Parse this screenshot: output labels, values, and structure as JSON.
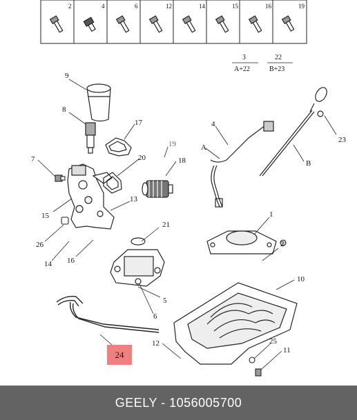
{
  "thumbnail_strip": {
    "labels": [
      "2",
      "4",
      "6",
      "12",
      "14",
      "15",
      "16",
      "19"
    ]
  },
  "formulas": {
    "left": {
      "top": "3",
      "bottom": "A+22"
    },
    "right": {
      "top": "22",
      "bottom": "B+23"
    }
  },
  "callouts": {
    "c9": "9",
    "c8": "8",
    "c17": "17",
    "c19": "19",
    "c20": "20",
    "c18": "18",
    "c7": "7",
    "c15": "15",
    "c13": "13",
    "c26": "26",
    "c14": "14",
    "c16": "16",
    "c21": "21",
    "c5": "5",
    "c6": "6",
    "c4": "4",
    "cA": "A",
    "cB": "B",
    "c23": "23",
    "c1": "1",
    "c2": "2",
    "c10": "10",
    "c12": "12",
    "c25": "25",
    "c11": "11"
  },
  "highlight_label": "24",
  "footer": {
    "text": "GEELY - 1056005700"
  },
  "colors": {
    "footer_bg": "#636363",
    "highlight_bg": "#f08080",
    "line": "#222222"
  }
}
